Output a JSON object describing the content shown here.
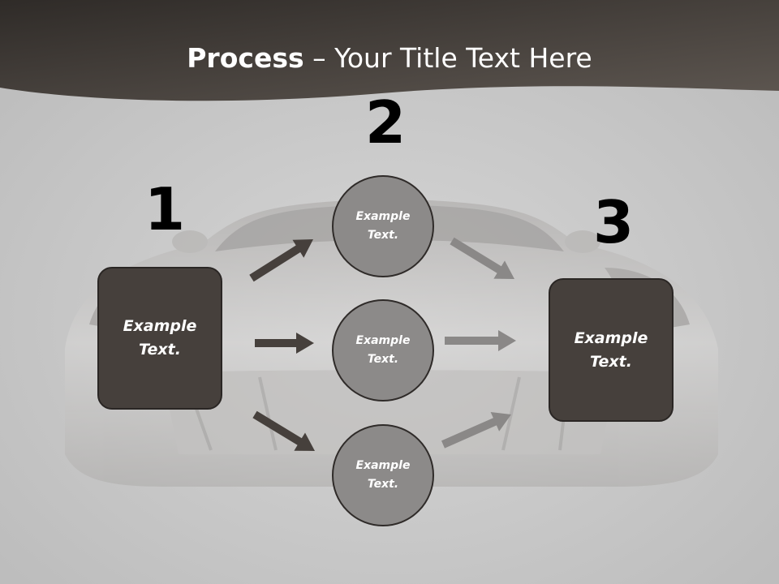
{
  "slide": {
    "title_bold": "Process",
    "title_rest": " – Your Title Text Here"
  },
  "steps": [
    {
      "number": "1",
      "label_line1": "Example",
      "label_line2": "Text."
    },
    {
      "number": "2"
    },
    {
      "number": "3",
      "label_line1": "Example",
      "label_line2": "Text."
    }
  ],
  "circles": [
    {
      "label_line1": "Example",
      "label_line2": "Text."
    },
    {
      "label_line1": "Example",
      "label_line2": "Text."
    },
    {
      "label_line1": "Example",
      "label_line2": "Text."
    }
  ],
  "colors": {
    "header_band": "#3e3935",
    "box_fill": "#46403c",
    "circle_fill": "#8c8a89",
    "dark_arrow": "#46403c",
    "light_arrow": "#8a8887"
  }
}
